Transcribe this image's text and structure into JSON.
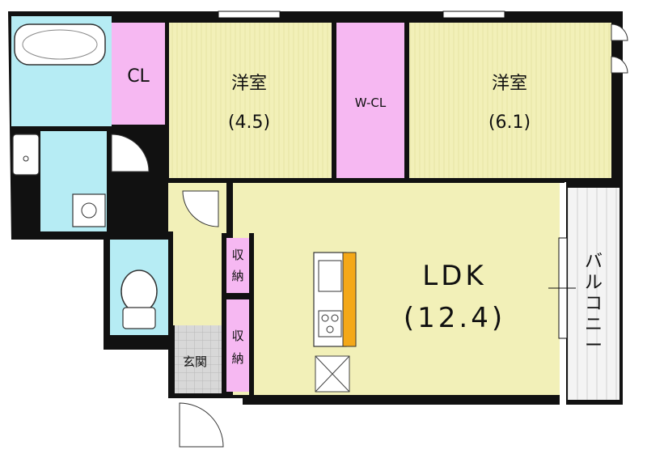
{
  "rooms": {
    "western_room_1": {
      "name": "洋室",
      "size": "(4.5)"
    },
    "western_room_2": {
      "name": "洋室",
      "size": "(6.1)"
    },
    "ldk": {
      "name": "LDK",
      "size": "(12.4)"
    },
    "closet": "CL",
    "walk_in_closet": "W-CL",
    "storage_1": [
      "収",
      "納"
    ],
    "storage_2": [
      "収",
      "納"
    ],
    "entrance": "玄関",
    "balcony": [
      "バ",
      "ル",
      "コ",
      "ニ",
      "ー"
    ]
  },
  "colors": {
    "room_floor": "#f2f0b8",
    "closet": "#f6b8f2",
    "water": "#b6ecf4",
    "kitchen_counter": "#f4a818",
    "balcony": "#f4f4f4",
    "entrance_tile": "#d8d8d8",
    "wall": "#111111"
  }
}
